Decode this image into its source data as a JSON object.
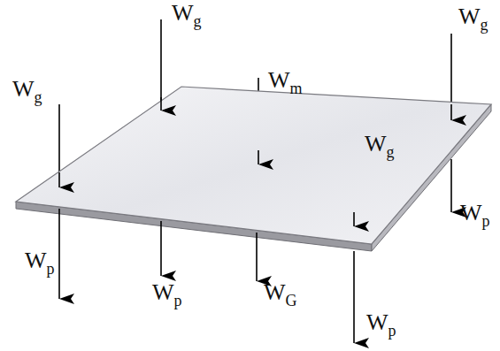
{
  "diagram": {
    "labels": [
      "Wg",
      "Wg",
      "Wm",
      "Wg",
      "Wg",
      "Wp",
      "Wp",
      "Wp",
      "WG",
      "Wp"
    ]
  }
}
